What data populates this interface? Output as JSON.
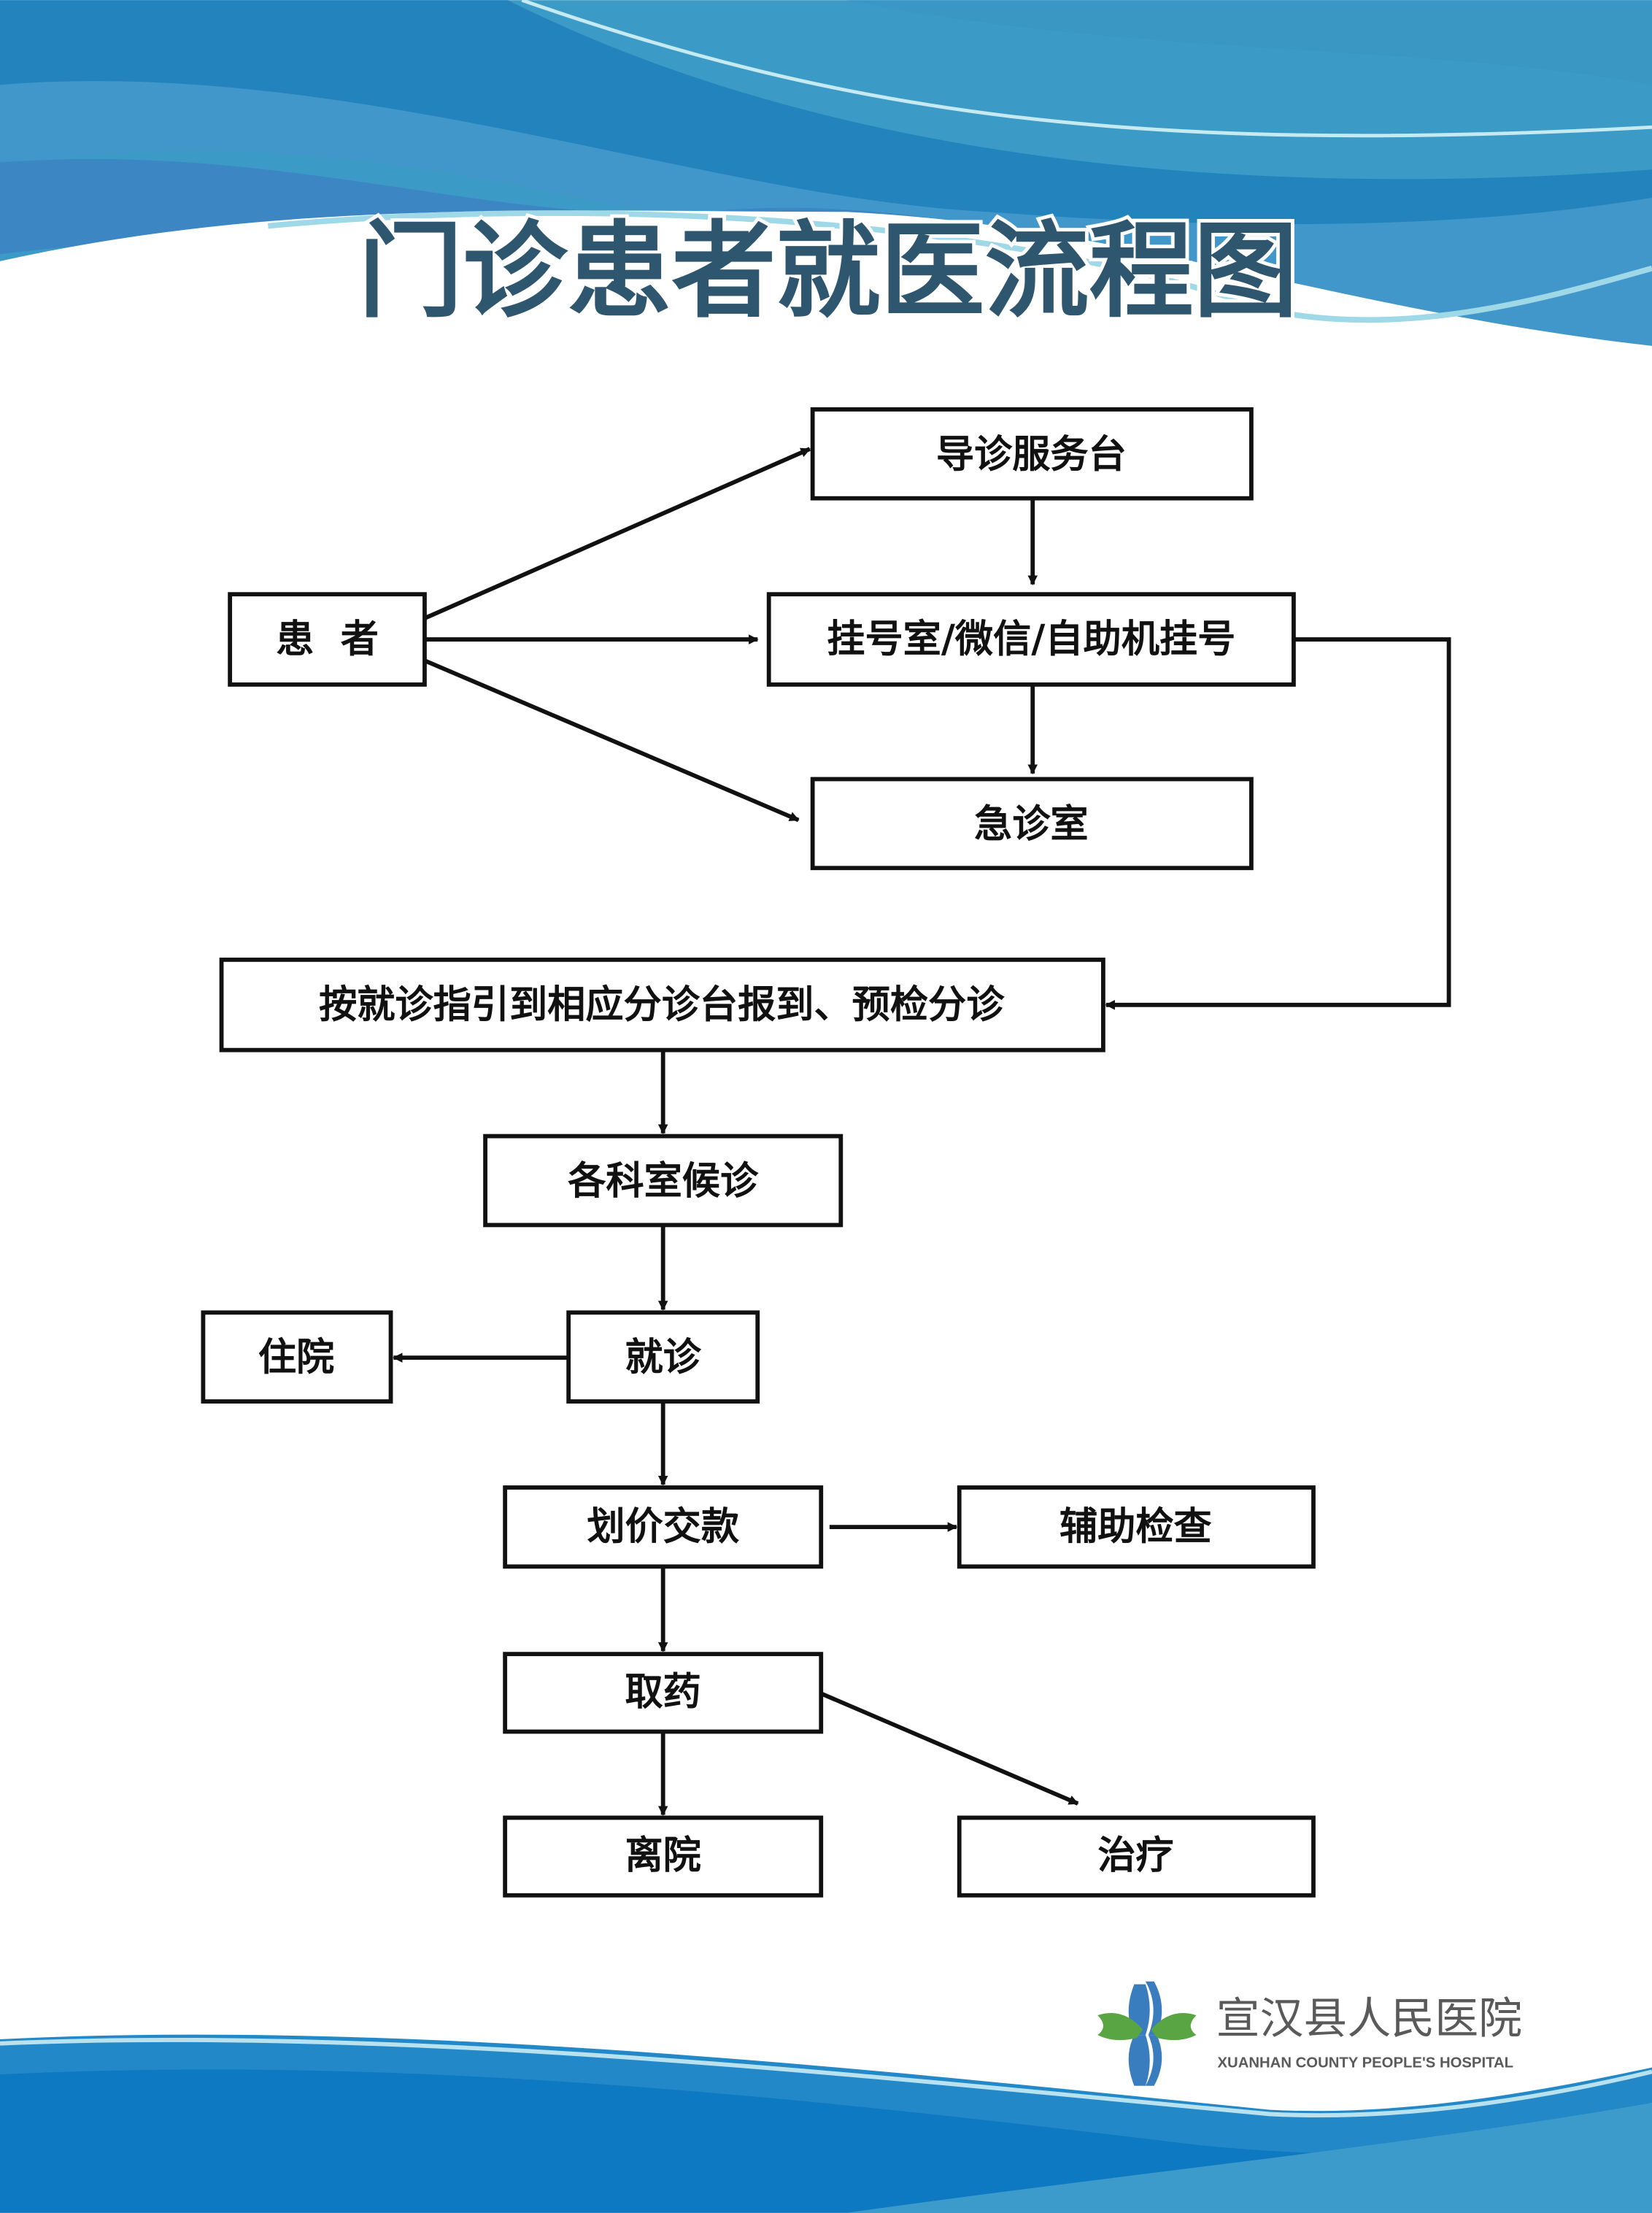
{
  "title": "门诊患者就医流程图",
  "nodes": {
    "patient": "患  者",
    "guide_desk": "导诊服务台",
    "registration": "挂号室/微信/自助机挂号",
    "emergency": "急诊室",
    "triage": "按就诊指引到相应分诊台报到、预检分诊",
    "waiting": "各科室候诊",
    "consult": "就诊",
    "inpatient": "住院",
    "payment": "划价交款",
    "auxiliary_exam": "辅助检查",
    "pharmacy": "取药",
    "discharge": "离院",
    "treatment": "治疗"
  },
  "logo": {
    "name_cn": "宣汉县人民医院",
    "name_en": "XUANHAN COUNTY PEOPLE'S HOSPITAL"
  },
  "colors": {
    "title": "#2f566f",
    "wave_dark": "#2384bd",
    "wave_light": "#4297ca",
    "logo_blue": "#3a7dbf",
    "logo_green": "#5aa543"
  }
}
